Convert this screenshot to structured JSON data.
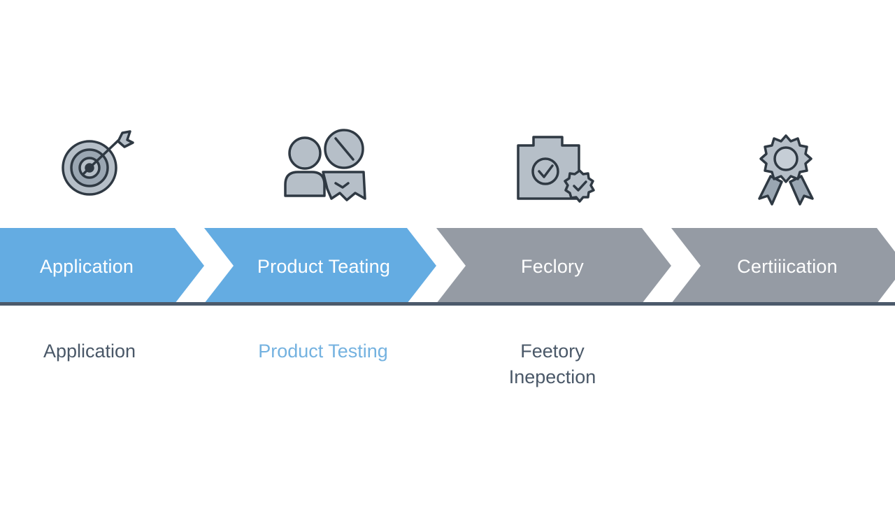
{
  "colors": {
    "active": "#64ace2",
    "inactive": "#959ba4",
    "baseline": "#4c5a6b",
    "label_dark": "#4a5868",
    "label_active": "#74b2e0",
    "icon_stroke": "#2f3943",
    "icon_fill": "#b6bfc8"
  },
  "steps": [
    {
      "chevron_label": "Application",
      "below_label": "Application",
      "state": "active",
      "icon": "target-icon"
    },
    {
      "chevron_label": "Product Teating",
      "below_label": "Product Testing",
      "state": "active",
      "icon": "people-ribbon-icon"
    },
    {
      "chevron_label": "Feclory",
      "below_label": "Feetory\nInepection",
      "state": "inactive",
      "icon": "factory-check-icon"
    },
    {
      "chevron_label": "Certiiication",
      "below_label": "",
      "state": "inactive",
      "icon": "certificate-badge-icon"
    }
  ]
}
